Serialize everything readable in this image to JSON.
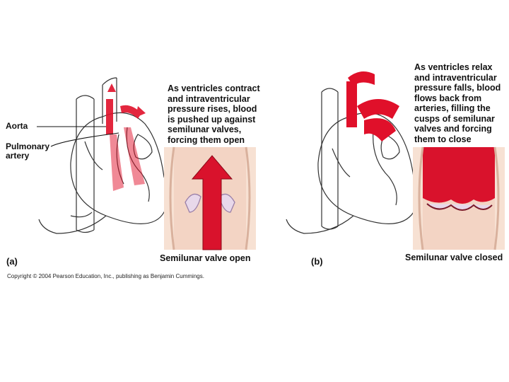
{
  "panel_a": {
    "letter": "(a)",
    "description": "As ventricles contract\nand intraventricular\npressure rises, blood\nis pushed up against\nsemilunar valves,\nforcing them open",
    "labels": {
      "aorta": "Aorta",
      "pulmonary_artery": "Pulmonary\nartery"
    },
    "inset_caption": "Semilunar valve open"
  },
  "panel_b": {
    "letter": "(b)",
    "description": "As ventricles relax\nand intraventricular\npressure falls, blood\nflows back from\narteries, filling the\ncusps of semilunar\nvalves and forcing\nthem to close",
    "inset_caption": "Semilunar valve closed"
  },
  "copyright": "Copyright © 2004 Pearson Education, Inc., publishing as Benjamin Cummings.",
  "colors": {
    "blood": "#e0102a",
    "tissue": "#f3d7c6",
    "outline": "#222222"
  }
}
